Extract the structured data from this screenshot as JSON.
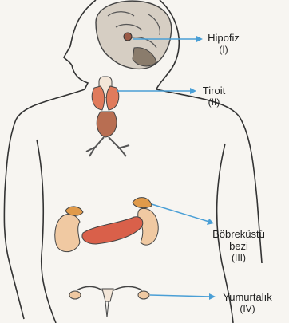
{
  "labels": {
    "hipofiz": {
      "name": "Hipofiz",
      "numeral": "(I)"
    },
    "tiroit": {
      "name": "Tiroit",
      "numeral": "(II)"
    },
    "bobrekustu": {
      "name": "Böbreküstü",
      "name2": "bezi",
      "numeral": "(III)"
    },
    "yumurtalik": {
      "name": "Yumurtalık",
      "numeral": "(IV)"
    }
  },
  "colors": {
    "outline": "#333333",
    "arrow": "#4a9fd6",
    "gland": "#e07b5c",
    "kidney": "#f0c9a2",
    "pancreas": "#d9604a",
    "brain": "#c9c0b4"
  }
}
